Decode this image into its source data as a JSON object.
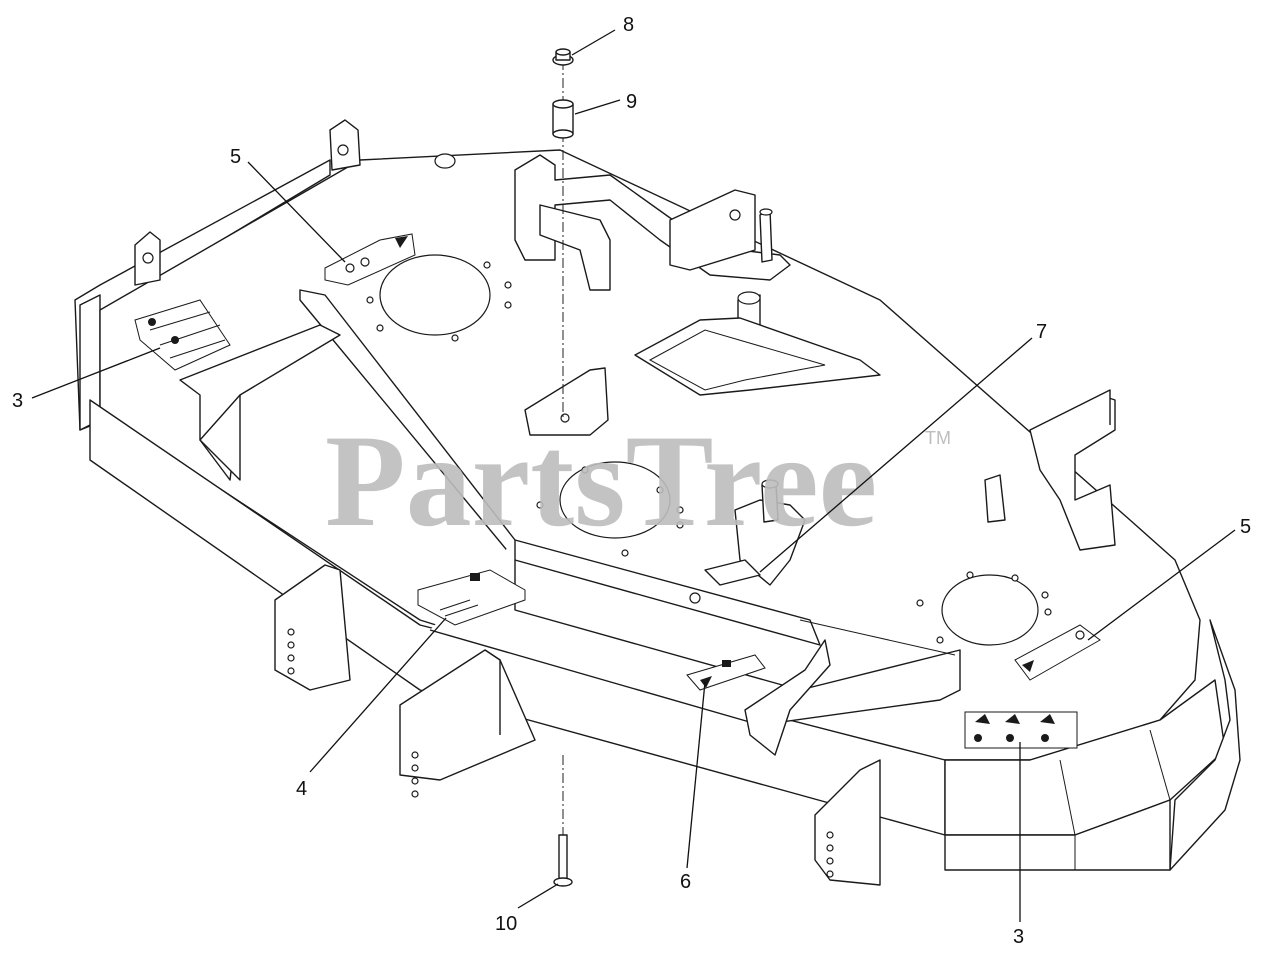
{
  "watermark": {
    "text": "PartsTree",
    "trademark": "TM"
  },
  "callouts": [
    {
      "id": "c8",
      "label": "8"
    },
    {
      "id": "c9",
      "label": "9"
    },
    {
      "id": "c5a",
      "label": "5"
    },
    {
      "id": "c3a",
      "label": "3"
    },
    {
      "id": "c7",
      "label": "7"
    },
    {
      "id": "c5b",
      "label": "5"
    },
    {
      "id": "c4",
      "label": "4"
    },
    {
      "id": "c6",
      "label": "6"
    },
    {
      "id": "c10",
      "label": "10"
    },
    {
      "id": "c3b",
      "label": "3"
    }
  ]
}
